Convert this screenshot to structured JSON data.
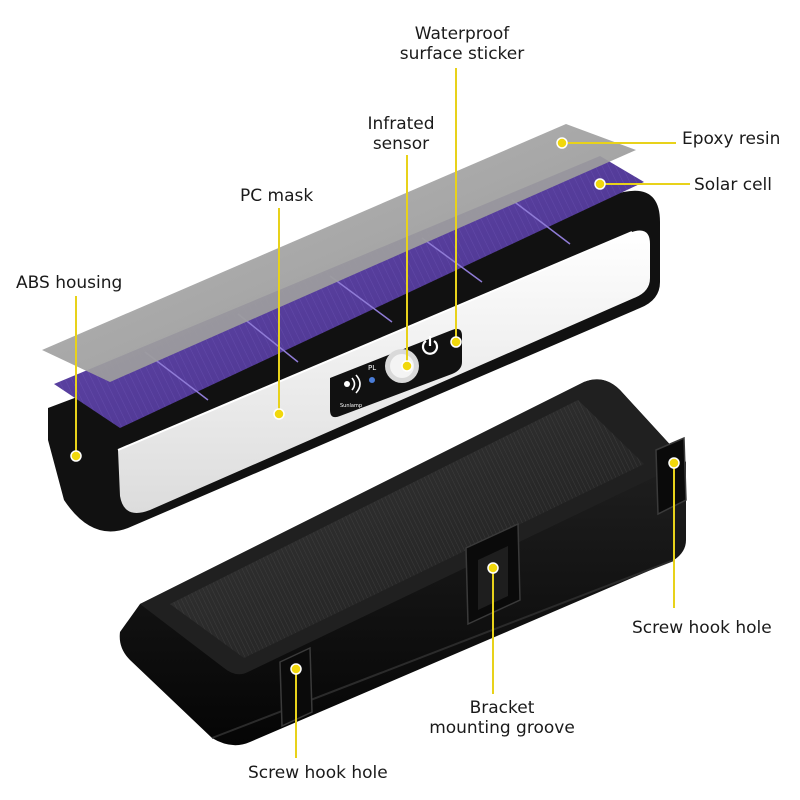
{
  "labels": {
    "waterproof_sticker": [
      "Waterproof",
      "surface sticker"
    ],
    "infrared_sensor": [
      "Infrated",
      "sensor"
    ],
    "epoxy_resin": "Epoxy resin",
    "solar_cell": "Solar cell",
    "pc_mask": "PC mask",
    "abs_housing": "ABS housing",
    "screw_hook_hole_right": "Screw hook hole",
    "bracket_groove": [
      "Bracket",
      "mounting groove"
    ],
    "screw_hook_hole_bottom": "Screw hook hole"
  },
  "panel": {
    "pl_label": "PL",
    "brand_text": "Sunlamp"
  },
  "icons": [
    "sound-wave-icon",
    "power-icon",
    "sensor-lens-icon"
  ],
  "colors": {
    "callout": "#e8d21a",
    "solar": "#5a3fa0",
    "housing": "#1a1a1a",
    "sheet": "#9b9b9b"
  }
}
